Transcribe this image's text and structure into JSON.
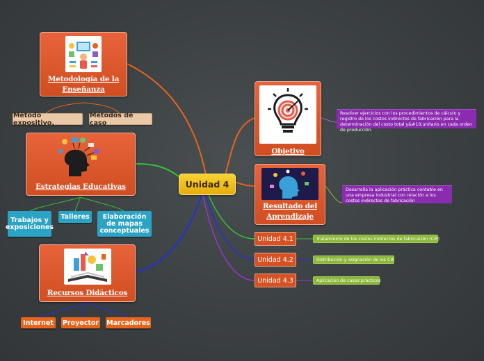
{
  "center": {
    "label": "Unidad 4"
  },
  "metodologia": {
    "title": "Metodología de la Enseñanza",
    "children": [
      "Método expositivo,",
      "Métodos de caso"
    ]
  },
  "estrategias": {
    "title": "Estrategias Educativas",
    "children": [
      "Trabajos y exposiciones",
      "Talleres",
      "Elaboración de mapas conceptuales"
    ]
  },
  "recursos": {
    "title": "Recursos Didácticos",
    "children": [
      "Internet",
      "Proyector",
      "Marcadores"
    ]
  },
  "objetivo": {
    "title": "Objetivo",
    "note": "Resolver ejercicios con los procedimientos de cálculo y registro de los costos indirectos de fabricación para la determinación del costo total y&#10;unitario en cada orden de producción."
  },
  "resultado": {
    "title": "Resultado del Aprendizaje",
    "note": "Desarrolla la aplicación práctica contable en una empresa industrial con relación a los costos indirectos de fabricación"
  },
  "unidades": [
    {
      "label": "Unidad 4.1",
      "topic": "Tratamiento de los costos indirectos de fabricación (CIF)"
    },
    {
      "label": "Unidad 4.2",
      "topic": "Distribución y asignación de los CIF"
    },
    {
      "label": "Unidad 4.3",
      "topic": "Aplicación de casos prácticos"
    }
  ],
  "colors": {
    "topic_orange": "#d9562a",
    "center_yellow": "#efc21f",
    "teal": "#2aa3c4",
    "tan": "#eac9a9",
    "purple": "#8b2bb0",
    "green": "#8cb83a",
    "link_orange": "#e8641d",
    "link_green": "#36c23a",
    "link_blue": "#2230d8",
    "link_purple": "#9a35d4"
  }
}
